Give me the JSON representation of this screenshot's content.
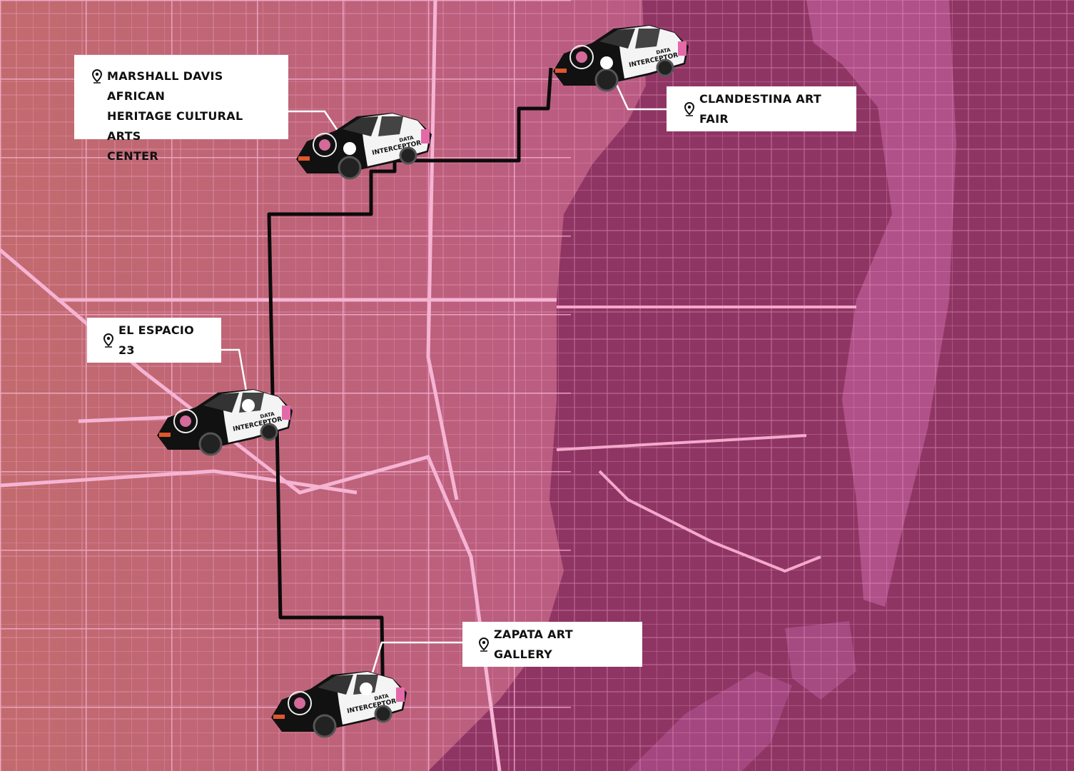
{
  "map": {
    "colors": {
      "land_west": "#c06a70",
      "land_mid": "#b85a80",
      "water": "#8f3564",
      "street": "#f2a0c8",
      "route": "#0b0b0b",
      "label_bg": "#ffffff"
    },
    "route_style": "black stepped route line connecting venues",
    "vehicle_lettering": [
      "INTERCEPTOR",
      "DATA"
    ]
  },
  "locations": [
    {
      "name": "MARSHALL DAVIS AFRICAN\nHERITAGE CULTURAL ARTS\nCENTER",
      "icon": "map-pin-icon"
    },
    {
      "name": "CLANDESTINA ART FAIR",
      "icon": "map-pin-icon"
    },
    {
      "name": "EL ESPACIO 23",
      "icon": "map-pin-icon"
    },
    {
      "name": "ZAPATA ART GALLERY",
      "icon": "map-pin-icon"
    }
  ]
}
